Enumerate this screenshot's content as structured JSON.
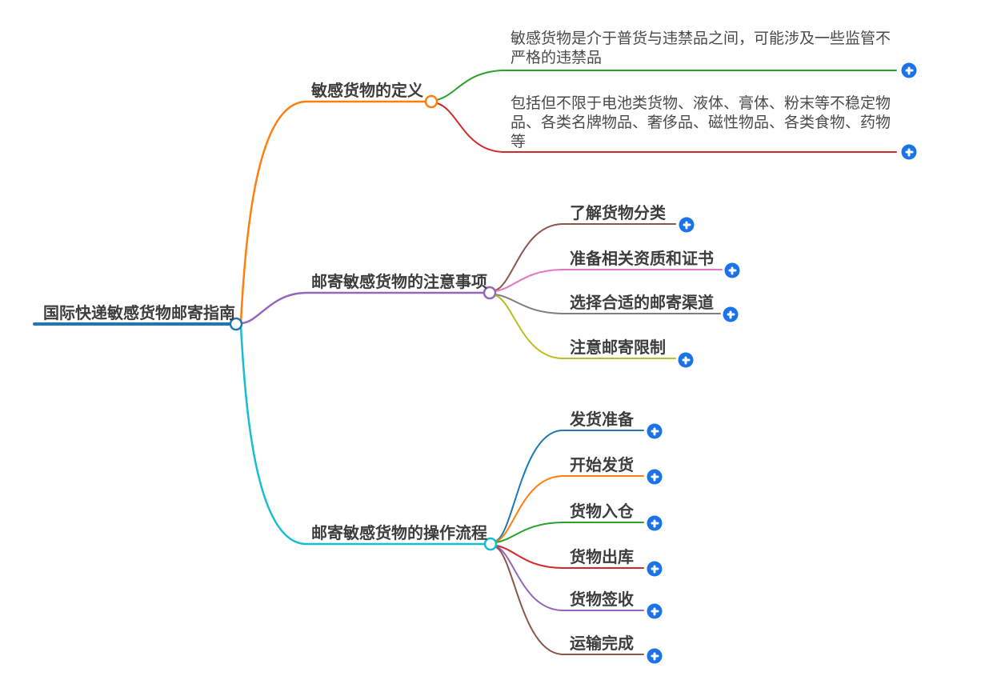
{
  "mindmap": {
    "root": {
      "label": "国际快递敏感货物邮寄指南",
      "color": "#1f77b4"
    },
    "branches": [
      {
        "label": "敏感货物的定义",
        "color": "#ff7f0e",
        "children": [
          {
            "label": "敏感货物是介于普货与违禁品之间，可能涉及一些监管不严格的违禁品",
            "color": "#2ca02c"
          },
          {
            "label": "包括但不限于电池类货物、液体、膏体、粉末等不稳定物品、各类名牌物品、奢侈品、磁性物品、各类食物、药物等",
            "color": "#d62728"
          }
        ]
      },
      {
        "label": "邮寄敏感货物的注意事项",
        "color": "#9467bd",
        "children": [
          {
            "label": "了解货物分类",
            "color": "#8c564b"
          },
          {
            "label": "准备相关资质和证书",
            "color": "#e377c2"
          },
          {
            "label": "选择合适的邮寄渠道",
            "color": "#7f7f7f"
          },
          {
            "label": "注意邮寄限制",
            "color": "#bcbd22"
          }
        ]
      },
      {
        "label": "邮寄敏感货物的操作流程",
        "color": "#17becf",
        "children": [
          {
            "label": "发货准备",
            "color": "#1f77b4"
          },
          {
            "label": "开始发货",
            "color": "#ff7f0e"
          },
          {
            "label": "货物入仓",
            "color": "#2ca02c"
          },
          {
            "label": "货物出库",
            "color": "#d62728"
          },
          {
            "label": "货物签收",
            "color": "#9467bd"
          },
          {
            "label": "运输完成",
            "color": "#8c564b"
          }
        ]
      }
    ],
    "add_button": {
      "icon": "plus-icon",
      "background": "#1a73e8",
      "glyph_color": "#ffffff"
    },
    "node_circle_fill": "#ffffff"
  }
}
